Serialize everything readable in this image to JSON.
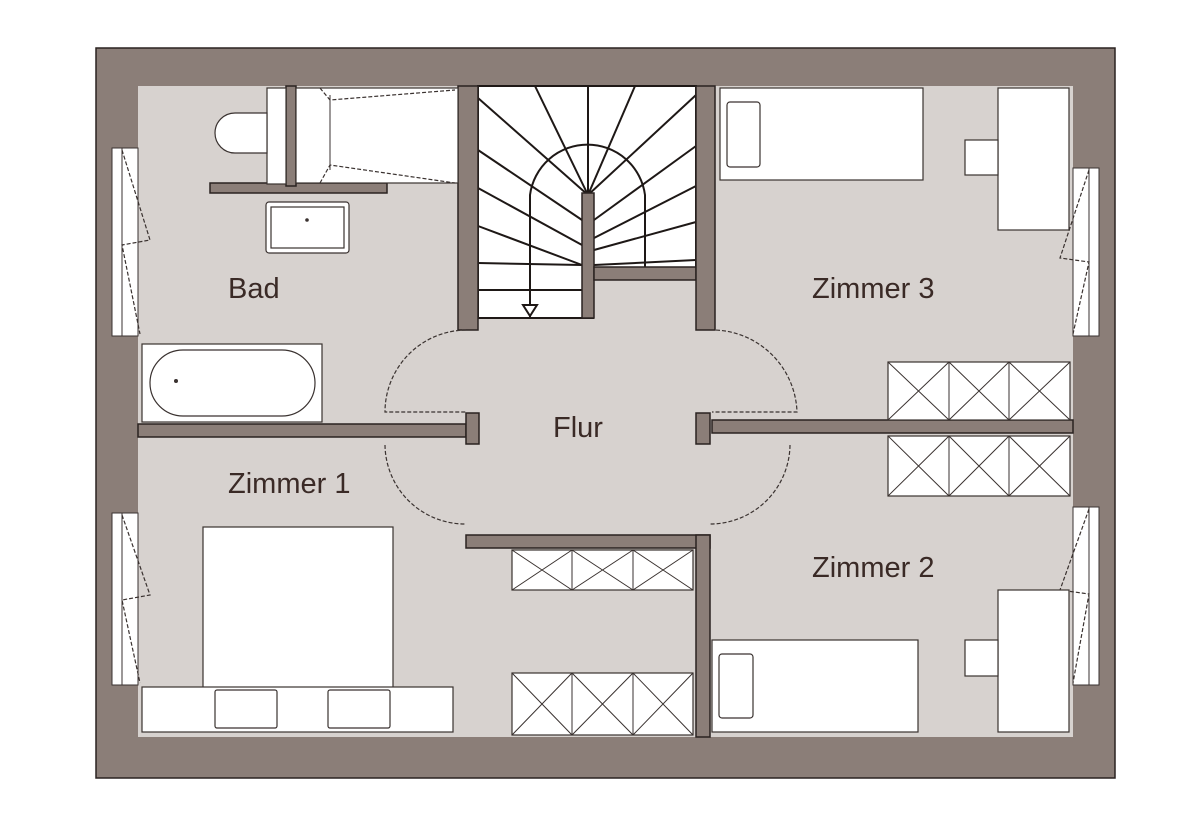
{
  "plan": {
    "rooms": {
      "bad": "Bad",
      "flur": "Flur",
      "zimmer1": "Zimmer 1",
      "zimmer2": "Zimmer 2",
      "zimmer3": "Zimmer 3"
    },
    "colors": {
      "wall": "#8b7e78",
      "floor": "#d7d2cf",
      "furniture": "#ffffff",
      "text": "#3a2a26"
    }
  }
}
